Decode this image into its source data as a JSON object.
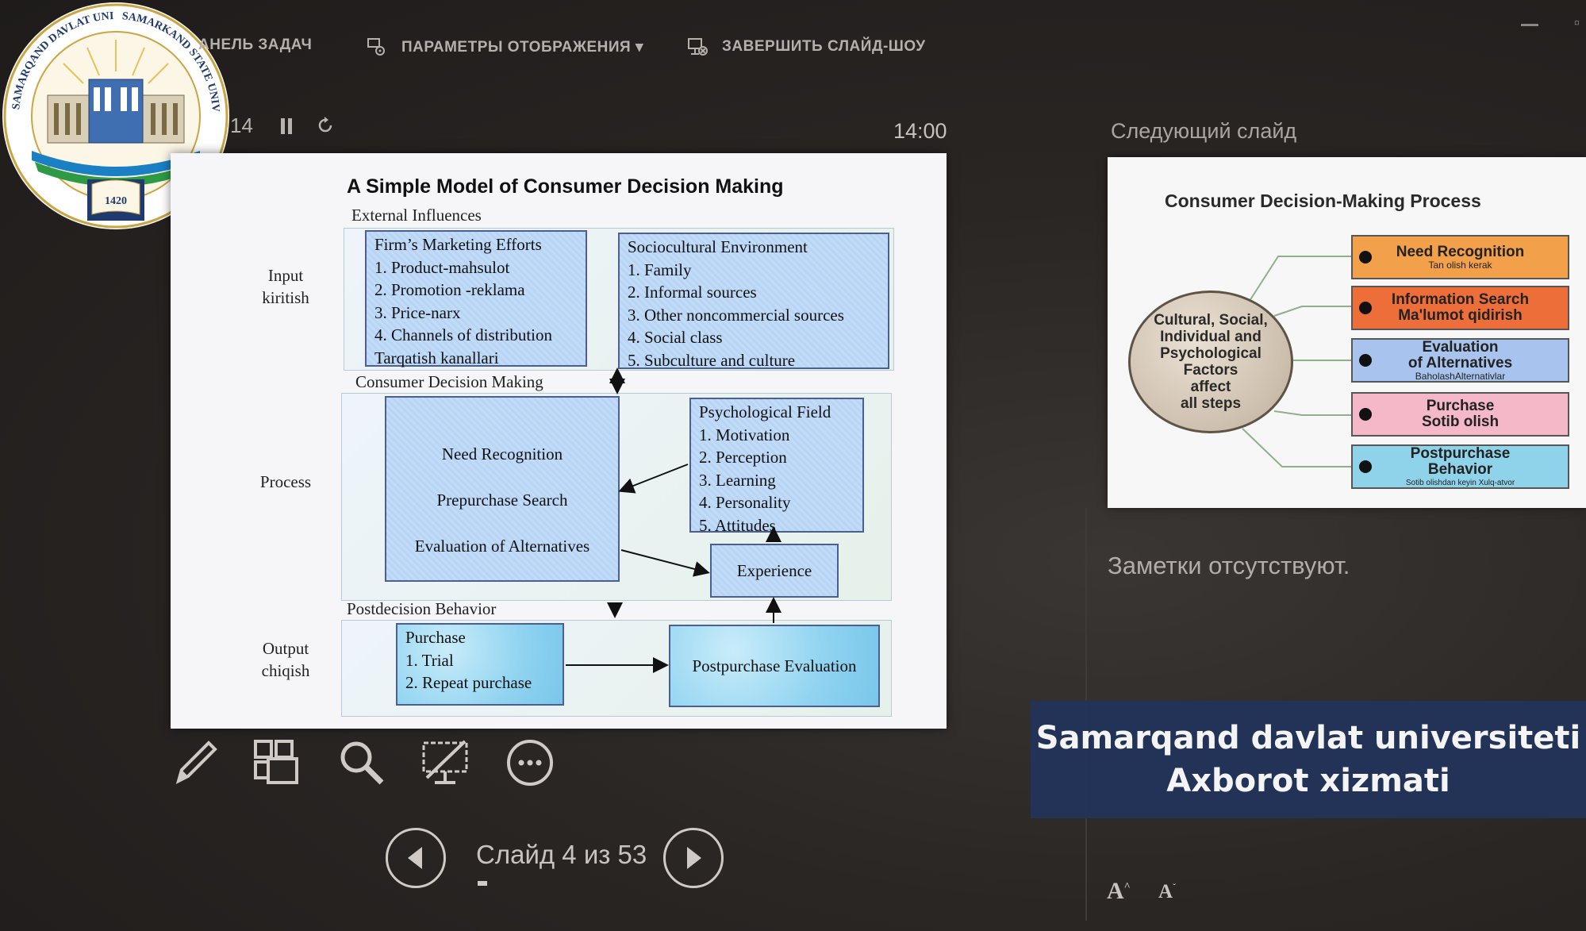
{
  "toolbar": {
    "taskbar_label": "АНЕЛЬ ЗАДАЧ",
    "display_settings_label": "ПАРАМЕТРЫ ОТОБРАЖЕНИЯ ▾",
    "end_show_label": "ЗАВЕРШИТЬ СЛАЙД-ШОУ"
  },
  "timer": {
    "elapsed": "14",
    "clock": "14:00"
  },
  "current_slide": {
    "title": "A Simple Model of Consumer Decision Making",
    "external_influences": "External Influences",
    "consumer_decision_making": "Consumer Decision Making",
    "postdecision_behavior": "Postdecision Behavior",
    "side_labels": {
      "input": [
        "Input",
        "kiritish"
      ],
      "process": "Process",
      "output": [
        "Output",
        "chiqish"
      ]
    },
    "marketing_box": [
      "Firm’s Marketing Efforts",
      "1. Product-mahsulot",
      "2. Promotion -reklama",
      "3. Price-narx",
      "4. Channels of distribution",
      "Tarqatish kanallari"
    ],
    "sociocultural_box": [
      "Sociocultural Environment",
      "1. Family",
      "2. Informal sources",
      "3. Other noncommercial sources",
      "4. Social class",
      "5. Subculture and culture"
    ],
    "decision_box": [
      "Need Recognition",
      "Prepurchase Search",
      "Evaluation of Alternatives"
    ],
    "psych_box": [
      "Psychological Field",
      "1. Motivation",
      "2. Perception",
      "3. Learning",
      "4. Personality",
      "5. Attitudes"
    ],
    "experience": "Experience",
    "purchase_box": [
      "Purchase",
      "1. Trial",
      "2. Repeat purchase"
    ],
    "postpurchase": "Postpurchase Evaluation"
  },
  "navigation": {
    "counter": "Слайд 4 из 53"
  },
  "next_panel": {
    "label": "Следующий слайд",
    "title": "Consumer Decision-Making Process",
    "factors": [
      "Cultural, Social,",
      "Individual and",
      "Psychological",
      "Factors",
      "affect",
      "all steps"
    ],
    "steps": [
      {
        "label": "Need Recognition",
        "sub": "Tan olish kerak",
        "color": "#f2a04a"
      },
      {
        "label": "Information Search",
        "sub": "Ma'lumot qidirish",
        "color": "#ee6e3a"
      },
      {
        "label": "Evaluation",
        "sub": "of Alternatives",
        "sub2": "BaholashAlternativlar",
        "color": "#a8c4ee"
      },
      {
        "label": "Purchase",
        "sub": "Sotib olish",
        "color": "#f4b8c8"
      },
      {
        "label": "Postpurchase",
        "sub": "Behavior",
        "sub2": "Sotib olishdan keyin Xulq-atvor",
        "color": "#8fd3ea"
      }
    ],
    "notes": "Заметки отсутствуют.",
    "font_up": "A",
    "font_down": "A"
  },
  "banner": {
    "line1": "Samarqand davlat universiteti",
    "line2": "Axborot xizmati"
  },
  "logo": {
    "ring_text_left": "SAMARQAND DAVLAT UNIVERSITETI",
    "ring_text_right": "SAMARKAND STATE UNIVERSITY",
    "year": "1420"
  }
}
